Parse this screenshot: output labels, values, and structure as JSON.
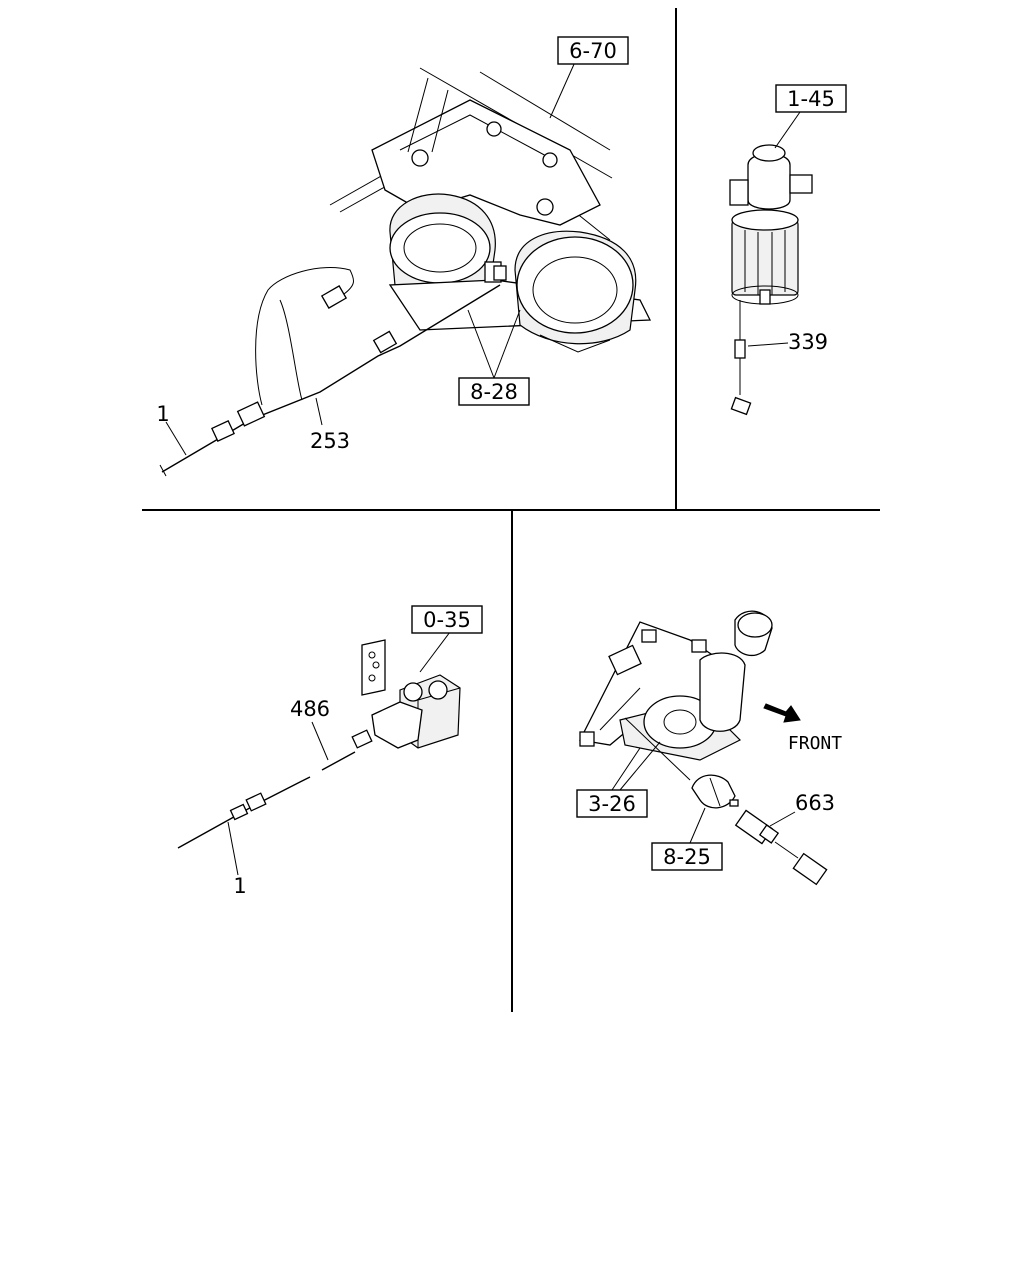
{
  "panels": {
    "top_left": {
      "ref_boxes": [
        "6-70",
        "8-28"
      ],
      "part_labels": [
        "1",
        "253"
      ]
    },
    "top_right": {
      "ref_boxes": [
        "1-45"
      ],
      "part_labels": [
        "339"
      ]
    },
    "bottom_left": {
      "ref_boxes": [
        "0-35"
      ],
      "part_labels": [
        "486",
        "1"
      ]
    },
    "bottom_right": {
      "ref_boxes": [
        "3-26",
        "8-25"
      ],
      "part_labels": [
        "663"
      ],
      "direction_label": "FRONT"
    }
  }
}
